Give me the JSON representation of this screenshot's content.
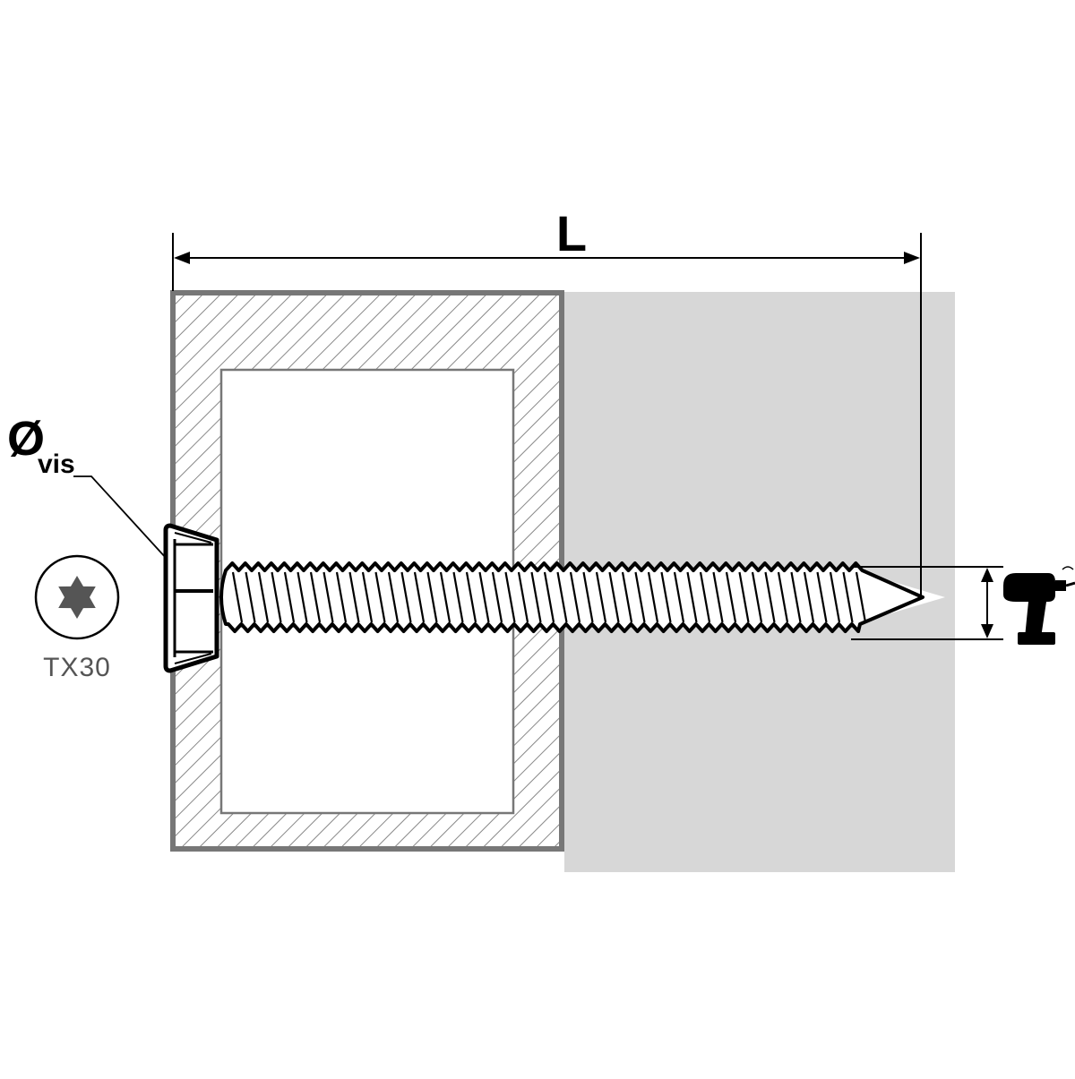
{
  "labels": {
    "length": "L",
    "diameter_symbol": "Ø",
    "diameter_subscript": "vis",
    "drive": "TX30"
  },
  "icons": {
    "drive_head": "torx-drive-icon",
    "tool": "cordless-drill-icon"
  },
  "colors": {
    "background": "#ffffff",
    "concrete": "#d7d7d7",
    "hatch": "#888888",
    "frame_edge": "#777777",
    "ink": "#000000",
    "drive_text": "#555555"
  }
}
